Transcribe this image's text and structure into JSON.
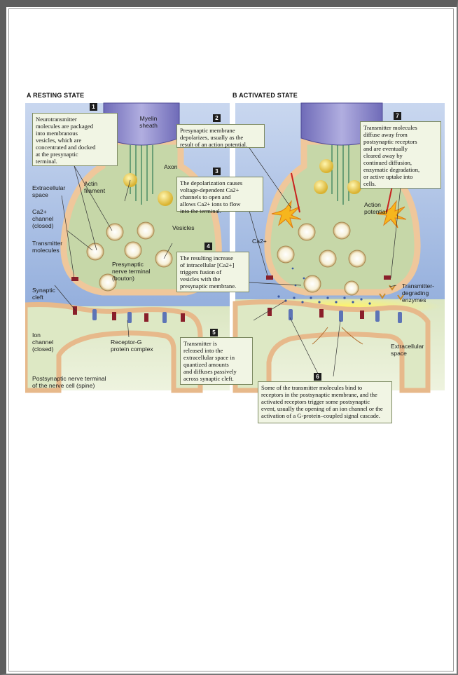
{
  "panels": {
    "a_title": "A  RESTING STATE",
    "b_title": "B  ACTIVATED STATE"
  },
  "labels": {
    "myelin_sheath": "Myelin\nsheath",
    "axon": "Axon",
    "extracellular_space": "Extracellular\nspace",
    "actin_filament": "Actin\nfilament",
    "ca_channel_closed": "Ca2+\nchannel\n(closed)",
    "vesicles": "Vesicles",
    "transmitter_molecules": "Transmitter\nmolecules",
    "presynaptic_terminal": "Presynaptic\nnerve terminal\n(bouton)",
    "synaptic_cleft": "Synaptic\ncleft",
    "ion_channel_closed": "Ion\nchannel\n(closed)",
    "receptor_g_protein": "Receptor-G\nprotein complex",
    "postsynaptic_terminal": "Postsynaptic nerve terminal\nof the nerve cell (spine)",
    "ca_ion": "Ca2+",
    "action_potential": "Action\npotential",
    "degrading_enzymes": "Transmitter-\ndegrading\nenzymes",
    "extracellular_space_b": "Extracellular\nspace"
  },
  "callouts": [
    {
      "num": "1",
      "text": "Neurotransmitter\nmolecules are packaged\ninto membranous\nvesicles, which are\nconcentrated and docked\nat the presynaptic\nterminal."
    },
    {
      "num": "2",
      "text": "Presynaptic membrane\ndepolarizes, usually as the\nresult of an action potential."
    },
    {
      "num": "3",
      "text": "The depolarization causes\nvoltage-dependent Ca2+\nchannels to open and\nallows Ca2+ ions to flow\ninto the terminal."
    },
    {
      "num": "4",
      "text": "The resulting increase\nof intracellular [Ca2+]\ntriggers fusion of\nvesicles with the\npresynaptic membrane."
    },
    {
      "num": "5",
      "text": "Transmitter is\nreleased into the\nextracellular space in\nquantized amounts\nand diffuses passively\nacross synaptic cleft."
    },
    {
      "num": "6",
      "text": "Some of the transmitter molecules bind to\nreceptors in the postsynaptic membrane, and the\nactivated receptors trigger some postsynaptic\nevent, usually the opening of an ion channel or the\nactivation of a G-protein–coupled signal cascade."
    },
    {
      "num": "7",
      "text": "Transmitter molecules\ndiffuse away from\npostsynaptic receptors\nand are eventually\ncleared away by\ncontinued diffusion,\nenzymatic degradation,\nor active uptake into\ncells."
    }
  ],
  "colors": {
    "sky_top": "#b7c9e8",
    "sky_bottom": "#7fa0d6",
    "membrane": "#f2c9a0",
    "cytoplasm": "#c9d8b0",
    "myelin": "#8a86c8",
    "callout_bg": "#f1f5e4",
    "calcium_channel": "#8a1f2a",
    "receptor": "#5d74b6"
  }
}
